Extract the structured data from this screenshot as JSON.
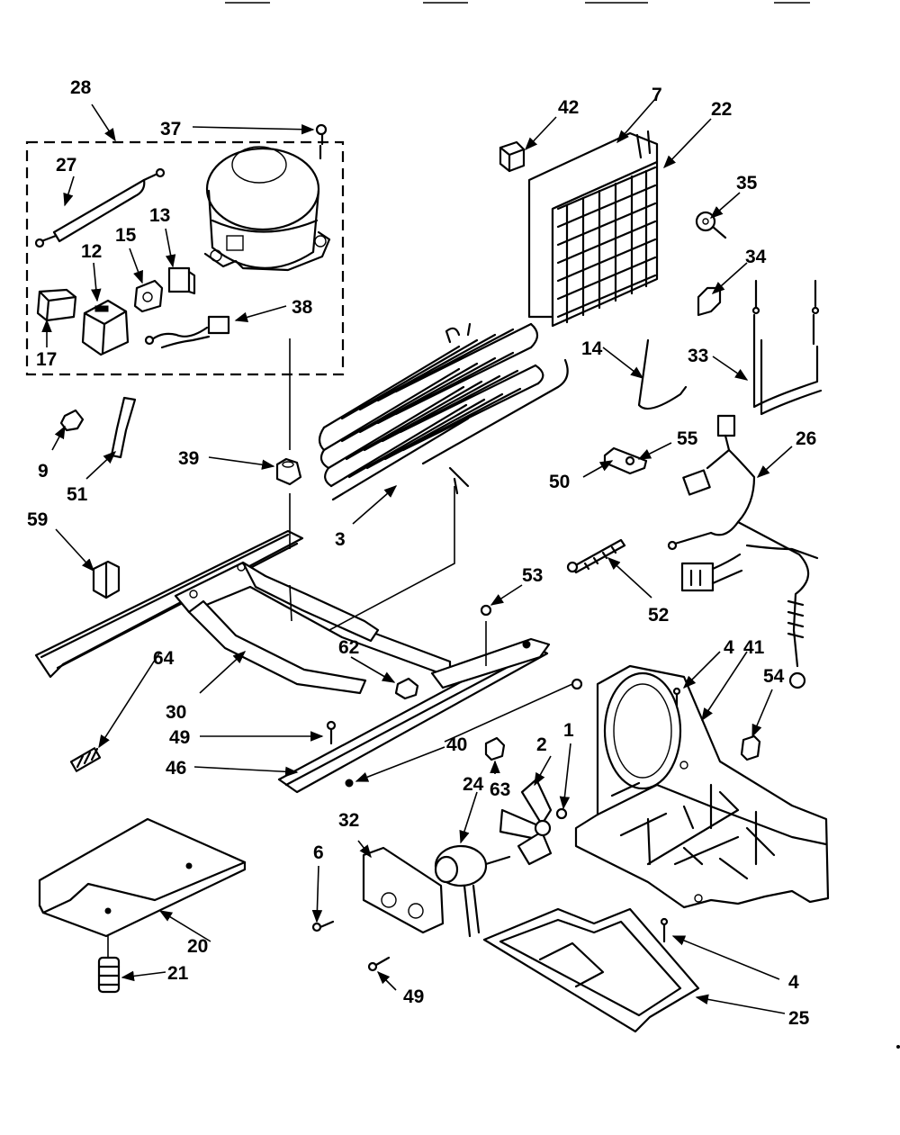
{
  "parts": [
    {
      "key": "p28",
      "label": "28"
    },
    {
      "key": "p37",
      "label": "37"
    },
    {
      "key": "p27",
      "label": "27"
    },
    {
      "key": "p13",
      "label": "13"
    },
    {
      "key": "p15",
      "label": "15"
    },
    {
      "key": "p12",
      "label": "12"
    },
    {
      "key": "p38",
      "label": "38"
    },
    {
      "key": "p17",
      "label": "17"
    },
    {
      "key": "p42",
      "label": "42"
    },
    {
      "key": "p7",
      "label": "7"
    },
    {
      "key": "p22",
      "label": "22"
    },
    {
      "key": "p35",
      "label": "35"
    },
    {
      "key": "p34",
      "label": "34"
    },
    {
      "key": "p14",
      "label": "14"
    },
    {
      "key": "p33",
      "label": "33"
    },
    {
      "key": "p9",
      "label": "9"
    },
    {
      "key": "p51",
      "label": "51"
    },
    {
      "key": "p39",
      "label": "39"
    },
    {
      "key": "p3",
      "label": "3"
    },
    {
      "key": "p55",
      "label": "55"
    },
    {
      "key": "p26",
      "label": "26"
    },
    {
      "key": "p50",
      "label": "50"
    },
    {
      "key": "p59",
      "label": "59"
    },
    {
      "key": "p53",
      "label": "53"
    },
    {
      "key": "p52",
      "label": "52"
    },
    {
      "key": "p62",
      "label": "62"
    },
    {
      "key": "p4a",
      "label": "4"
    },
    {
      "key": "p41",
      "label": "41"
    },
    {
      "key": "p64",
      "label": "64"
    },
    {
      "key": "p30",
      "label": "30"
    },
    {
      "key": "p54",
      "label": "54"
    },
    {
      "key": "p49a",
      "label": "49"
    },
    {
      "key": "p40",
      "label": "40"
    },
    {
      "key": "p46",
      "label": "46"
    },
    {
      "key": "p2",
      "label": "2"
    },
    {
      "key": "p1",
      "label": "1"
    },
    {
      "key": "p24",
      "label": "24"
    },
    {
      "key": "p63",
      "label": "63"
    },
    {
      "key": "p32",
      "label": "32"
    },
    {
      "key": "p6",
      "label": "6"
    },
    {
      "key": "p20",
      "label": "20"
    },
    {
      "key": "p21",
      "label": "21"
    },
    {
      "key": "p4b",
      "label": "4"
    },
    {
      "key": "p49b",
      "label": "49"
    },
    {
      "key": "p25",
      "label": "25"
    }
  ]
}
